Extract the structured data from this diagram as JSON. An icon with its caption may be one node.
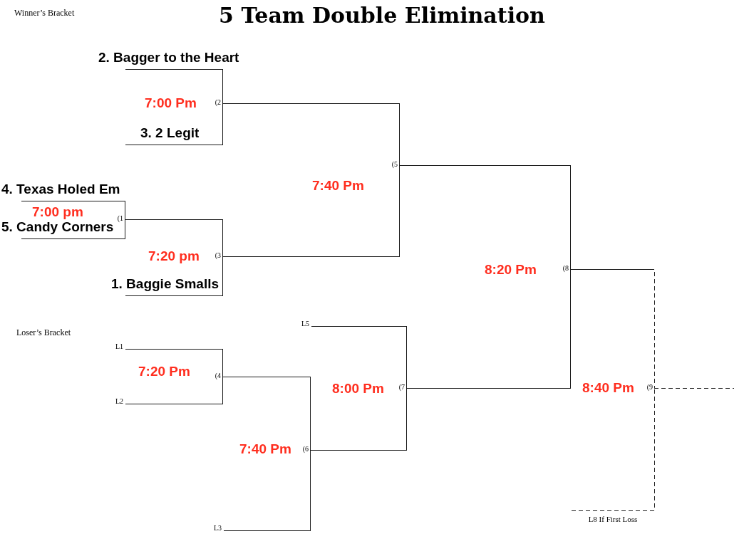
{
  "diagram": {
    "title": "5 Team Double Elimination",
    "nodes": [
      {
        "text": [
          "2. Bagger to the Heart"
        ]
      },
      {
        "text": [
          "(2"
        ],
        "beside": [
          "7:00 Pm"
        ]
      },
      {
        "text": [
          "3. 2 Legit"
        ]
      },
      {
        "text": [
          "4. Texas Holed Em"
        ]
      },
      {
        "text": [
          "(1"
        ]
      },
      {
        "text": [
          "5. Candy Corners"
        ]
      },
      {
        "text": [
          "(3"
        ],
        "beside": [
          "7:20 pm"
        ]
      },
      {
        "text": [
          "1. Baggie Smalls"
        ]
      },
      {
        "text": [
          "(5"
        ],
        "beside": [
          "7:40 Pm"
        ]
      },
      {
        "text": [
          "(8"
        ],
        "beside": [
          "8:20 Pm"
        ]
      },
      {
        "text": [
          "L5"
        ]
      },
      {
        "text": [
          "L1"
        ]
      },
      {
        "text": [
          "(4"
        ],
        "beside": [
          "7:20 Pm"
        ]
      },
      {
        "text": [
          "L2"
        ]
      },
      {
        "text": [
          "(7"
        ],
        "beside": [
          "8:00 Pm"
        ]
      },
      {
        "text": [
          "(9"
        ],
        "beside": [
          "8:40 Pm"
        ]
      },
      {
        "text": [
          "(6"
        ],
        "beside": [
          "7:40 Pm"
        ]
      },
      {
        "text": [
          "L8 If First Loss"
        ]
      },
      {
        "text": [
          "L3"
        ]
      }
    ],
    "edges": [
      {
        "from": 0,
        "to": 1,
        "arrow": "none"
      },
      {
        "from": 2,
        "to": 1,
        "arrow": "none"
      },
      {
        "from": 3,
        "to": 4,
        "arrow": "none"
      },
      {
        "from": 5,
        "to": 4,
        "arrow": "none"
      },
      {
        "from": 4,
        "to": 6,
        "arrow": "none"
      },
      {
        "from": 7,
        "to": 6,
        "arrow": "none"
      },
      {
        "from": 1,
        "to": 8,
        "arrow": "none"
      },
      {
        "from": 6,
        "to": 8,
        "arrow": "none"
      },
      {
        "from": 8,
        "to": 9,
        "arrow": "none"
      },
      {
        "from": 11,
        "to": 12,
        "arrow": "none"
      },
      {
        "from": 13,
        "to": 12,
        "arrow": "none"
      },
      {
        "from": 12,
        "to": 16,
        "arrow": "none"
      },
      {
        "from": 18,
        "to": 16,
        "arrow": "none"
      },
      {
        "from": 10,
        "to": 14,
        "arrow": "none"
      },
      {
        "from": 16,
        "to": 14,
        "arrow": "none"
      },
      {
        "from": 14,
        "to": 9,
        "arrow": "none"
      },
      {
        "from": 9,
        "to": 15,
        "arrow": "none",
        "style": "dashed"
      },
      {
        "from": 17,
        "to": 15,
        "arrow": "none",
        "style": "dashed"
      },
      {
        "from": 15,
        "to": null,
        "arrow": "none",
        "style": "dashed"
      }
    ],
    "labels": [
      "Winner’s Bracket",
      "7:00 pm",
      "Loser’s Bracket"
    ]
  }
}
